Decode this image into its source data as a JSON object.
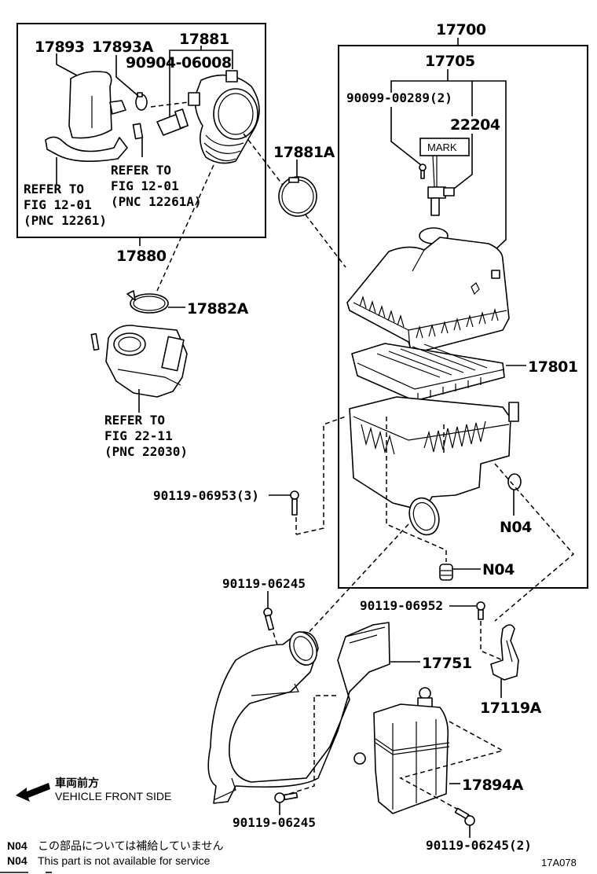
{
  "diagram": {
    "title": "Air cleaner assembly parts diagram",
    "figure_code": "17A078",
    "labels": {
      "p17893": "17893",
      "p17893A": "17893A",
      "p17881": "17881",
      "p90904": "90904-06008",
      "p17880": "17880",
      "p17881A": "17881A",
      "p17882A": "17882A",
      "p17700": "17700",
      "p17705": "17705",
      "p90099": "90099-00289(2)",
      "p22204": "22204",
      "mark": "MARK",
      "p17801": "17801",
      "p90119_06953": "90119-06953(3)",
      "n04_a": "N04",
      "n04_b": "N04",
      "p90119_06245_top": "90119-06245",
      "p90119_06952": "90119-06952",
      "p17751": "17751",
      "p17119A": "17119A",
      "p17894A": "17894A",
      "p90119_06245_bottom": "90119-06245",
      "p90119_06245_2": "90119-06245(2)"
    },
    "references": {
      "ref_12261": [
        "REFER TO",
        "FIG 12-01",
        "(PNC 12261)"
      ],
      "ref_12261A": [
        "REFER TO",
        "FIG 12-01",
        "(PNC 12261A)"
      ],
      "ref_22030": [
        "REFER TO",
        "FIG 22-11",
        "(PNC 22030)"
      ]
    },
    "direction": {
      "jp": "車両前方",
      "en": "VEHICLE FRONT SIDE",
      "icon": "arrow-left-icon"
    },
    "notes": [
      {
        "code": "N04",
        "text": "この部品については補給していません"
      },
      {
        "code": "N04",
        "text": "This part is not available for service"
      }
    ]
  }
}
